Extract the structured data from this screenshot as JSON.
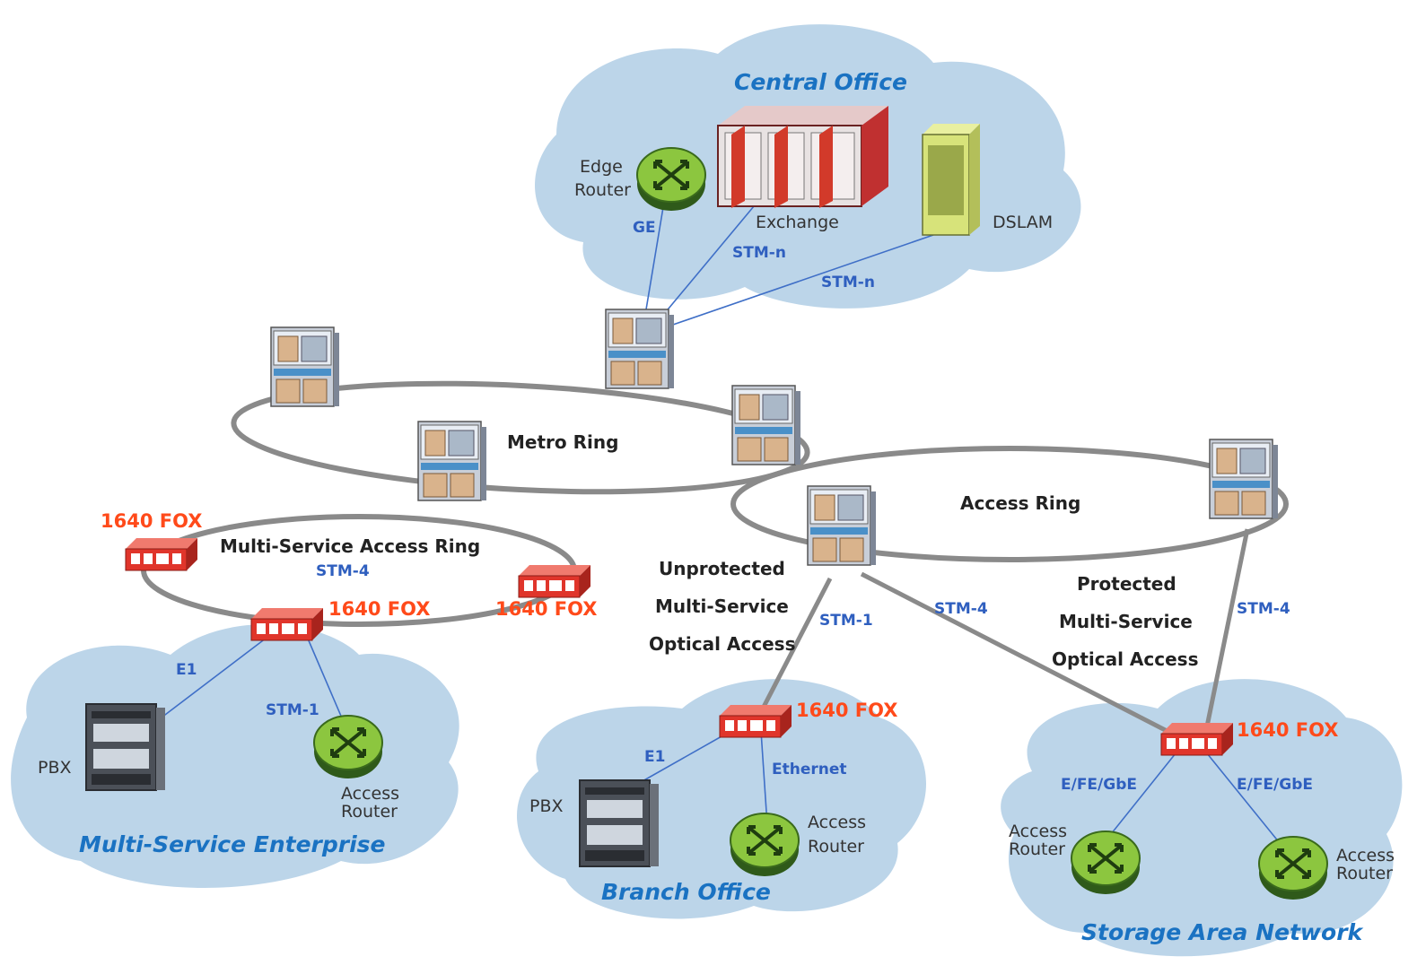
{
  "clouds": {
    "central_office": "Central Office",
    "multi_service_enterprise": "Multi-Service Enterprise",
    "branch_office": "Branch Office",
    "storage_area_network": "Storage Area Network"
  },
  "devices": {
    "edge_router": [
      "Edge",
      "Router"
    ],
    "exchange": "Exchange",
    "dslam": "DSLAM",
    "pbx": "PBX",
    "access_router": [
      "Access",
      "Router"
    ],
    "fox": "1640 FOX"
  },
  "rings": {
    "metro": "Metro Ring",
    "access": "Access Ring",
    "multi_service": "Multi-Service Access Ring"
  },
  "links": {
    "ge": "GE",
    "stm_n": "STM-n",
    "stm_4": "STM-4",
    "stm_1": "STM-1",
    "e1": "E1",
    "ethernet": "Ethernet",
    "efe_gbe": "E/FE/GbE"
  },
  "notes": {
    "unprotected": [
      "Unprotected",
      "Multi-Service",
      "Optical Access"
    ],
    "protected": [
      "Protected",
      "Multi-Service",
      "Optical Access"
    ]
  },
  "colors": {
    "cloud": "#bcd5e9",
    "cloud_title": "#1a72c2",
    "link_label": "#2f5fbf",
    "fox_label": "#ff4a1a",
    "ring": "#8a8a8a",
    "router_green": "#8cc63f",
    "fox_red": "#e0352b"
  }
}
